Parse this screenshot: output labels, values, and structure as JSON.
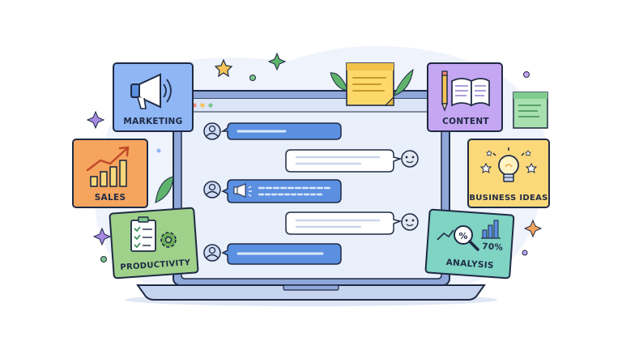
{
  "cards": {
    "marketing": {
      "label": "MARKETING",
      "color": "#8fb6f5"
    },
    "sales": {
      "label": "SALES",
      "color": "#f6a55e"
    },
    "productivity": {
      "label": "PRODUCTIVITY",
      "color": "#9fd18a"
    },
    "content": {
      "label": "CONTENT",
      "color": "#c4a6f2"
    },
    "business_ideas": {
      "label": "BUSINESS IDEAS",
      "color": "#fbd97a"
    },
    "analysis": {
      "label": "ANALYSIS",
      "color": "#7fd4c4",
      "stat": "70%"
    }
  },
  "chat": {
    "messages": [
      {
        "side": "left",
        "kind": "text"
      },
      {
        "side": "right",
        "kind": "text"
      },
      {
        "side": "left",
        "kind": "announcement"
      },
      {
        "side": "right",
        "kind": "text"
      },
      {
        "side": "left",
        "kind": "text"
      }
    ]
  },
  "colors": {
    "outline": "#1f2a44",
    "bubble_left": "#5b8fe0",
    "bubble_right": "#ffffff",
    "screen": "#e9f0fb",
    "laptop_frame": "#8fa7d9",
    "sticky_note": "#fdd86b"
  }
}
